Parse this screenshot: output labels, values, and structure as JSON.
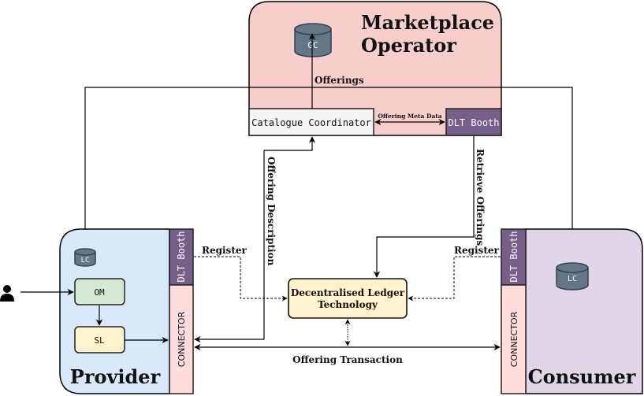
{
  "title": "Marketplace architecture diagram",
  "colors": {
    "marketplace_bg": "#f8cecc",
    "provider_bg": "#dae8fc",
    "consumer_bg": "#e1d5e7",
    "dlt_booth": "#76608a",
    "connector": "#ffdddd",
    "catalogue": "#f5f5f5",
    "database": "#647687",
    "om_box": "#d5e8d4",
    "sl_box": "#fff2cc",
    "ledger_box": "#fff2cc"
  },
  "marketplace": {
    "title_line1": "Marketplace",
    "title_line2": "Operator",
    "db_label": "GC",
    "catalogue_label": "Catalogue Coordinator",
    "dlt_booth_label": "DLT Booth",
    "offerings_label": "Offerings",
    "meta_data_label": "Offering Meta Data"
  },
  "provider": {
    "title": "Provider",
    "db_label": "LC",
    "om_label": "OM",
    "sl_label": "SL",
    "dlt_booth_label": "DLT Booth",
    "connector_label": "CONNECTOR",
    "register_label": "Register"
  },
  "consumer": {
    "title": "Consumer",
    "db_label": "LC",
    "dlt_booth_label": "DLT Booth",
    "connector_label": "CONNECTOR",
    "register_label": "Register"
  },
  "ledger": {
    "line1": "Decentralised Ledger",
    "line2": "Technology"
  },
  "edges": {
    "offering_description": "Offering Description",
    "retrieve_offerings": "Retrieve Offerings",
    "offering_transaction": "Offering Transaction"
  },
  "icons": {
    "user": "user-icon"
  }
}
